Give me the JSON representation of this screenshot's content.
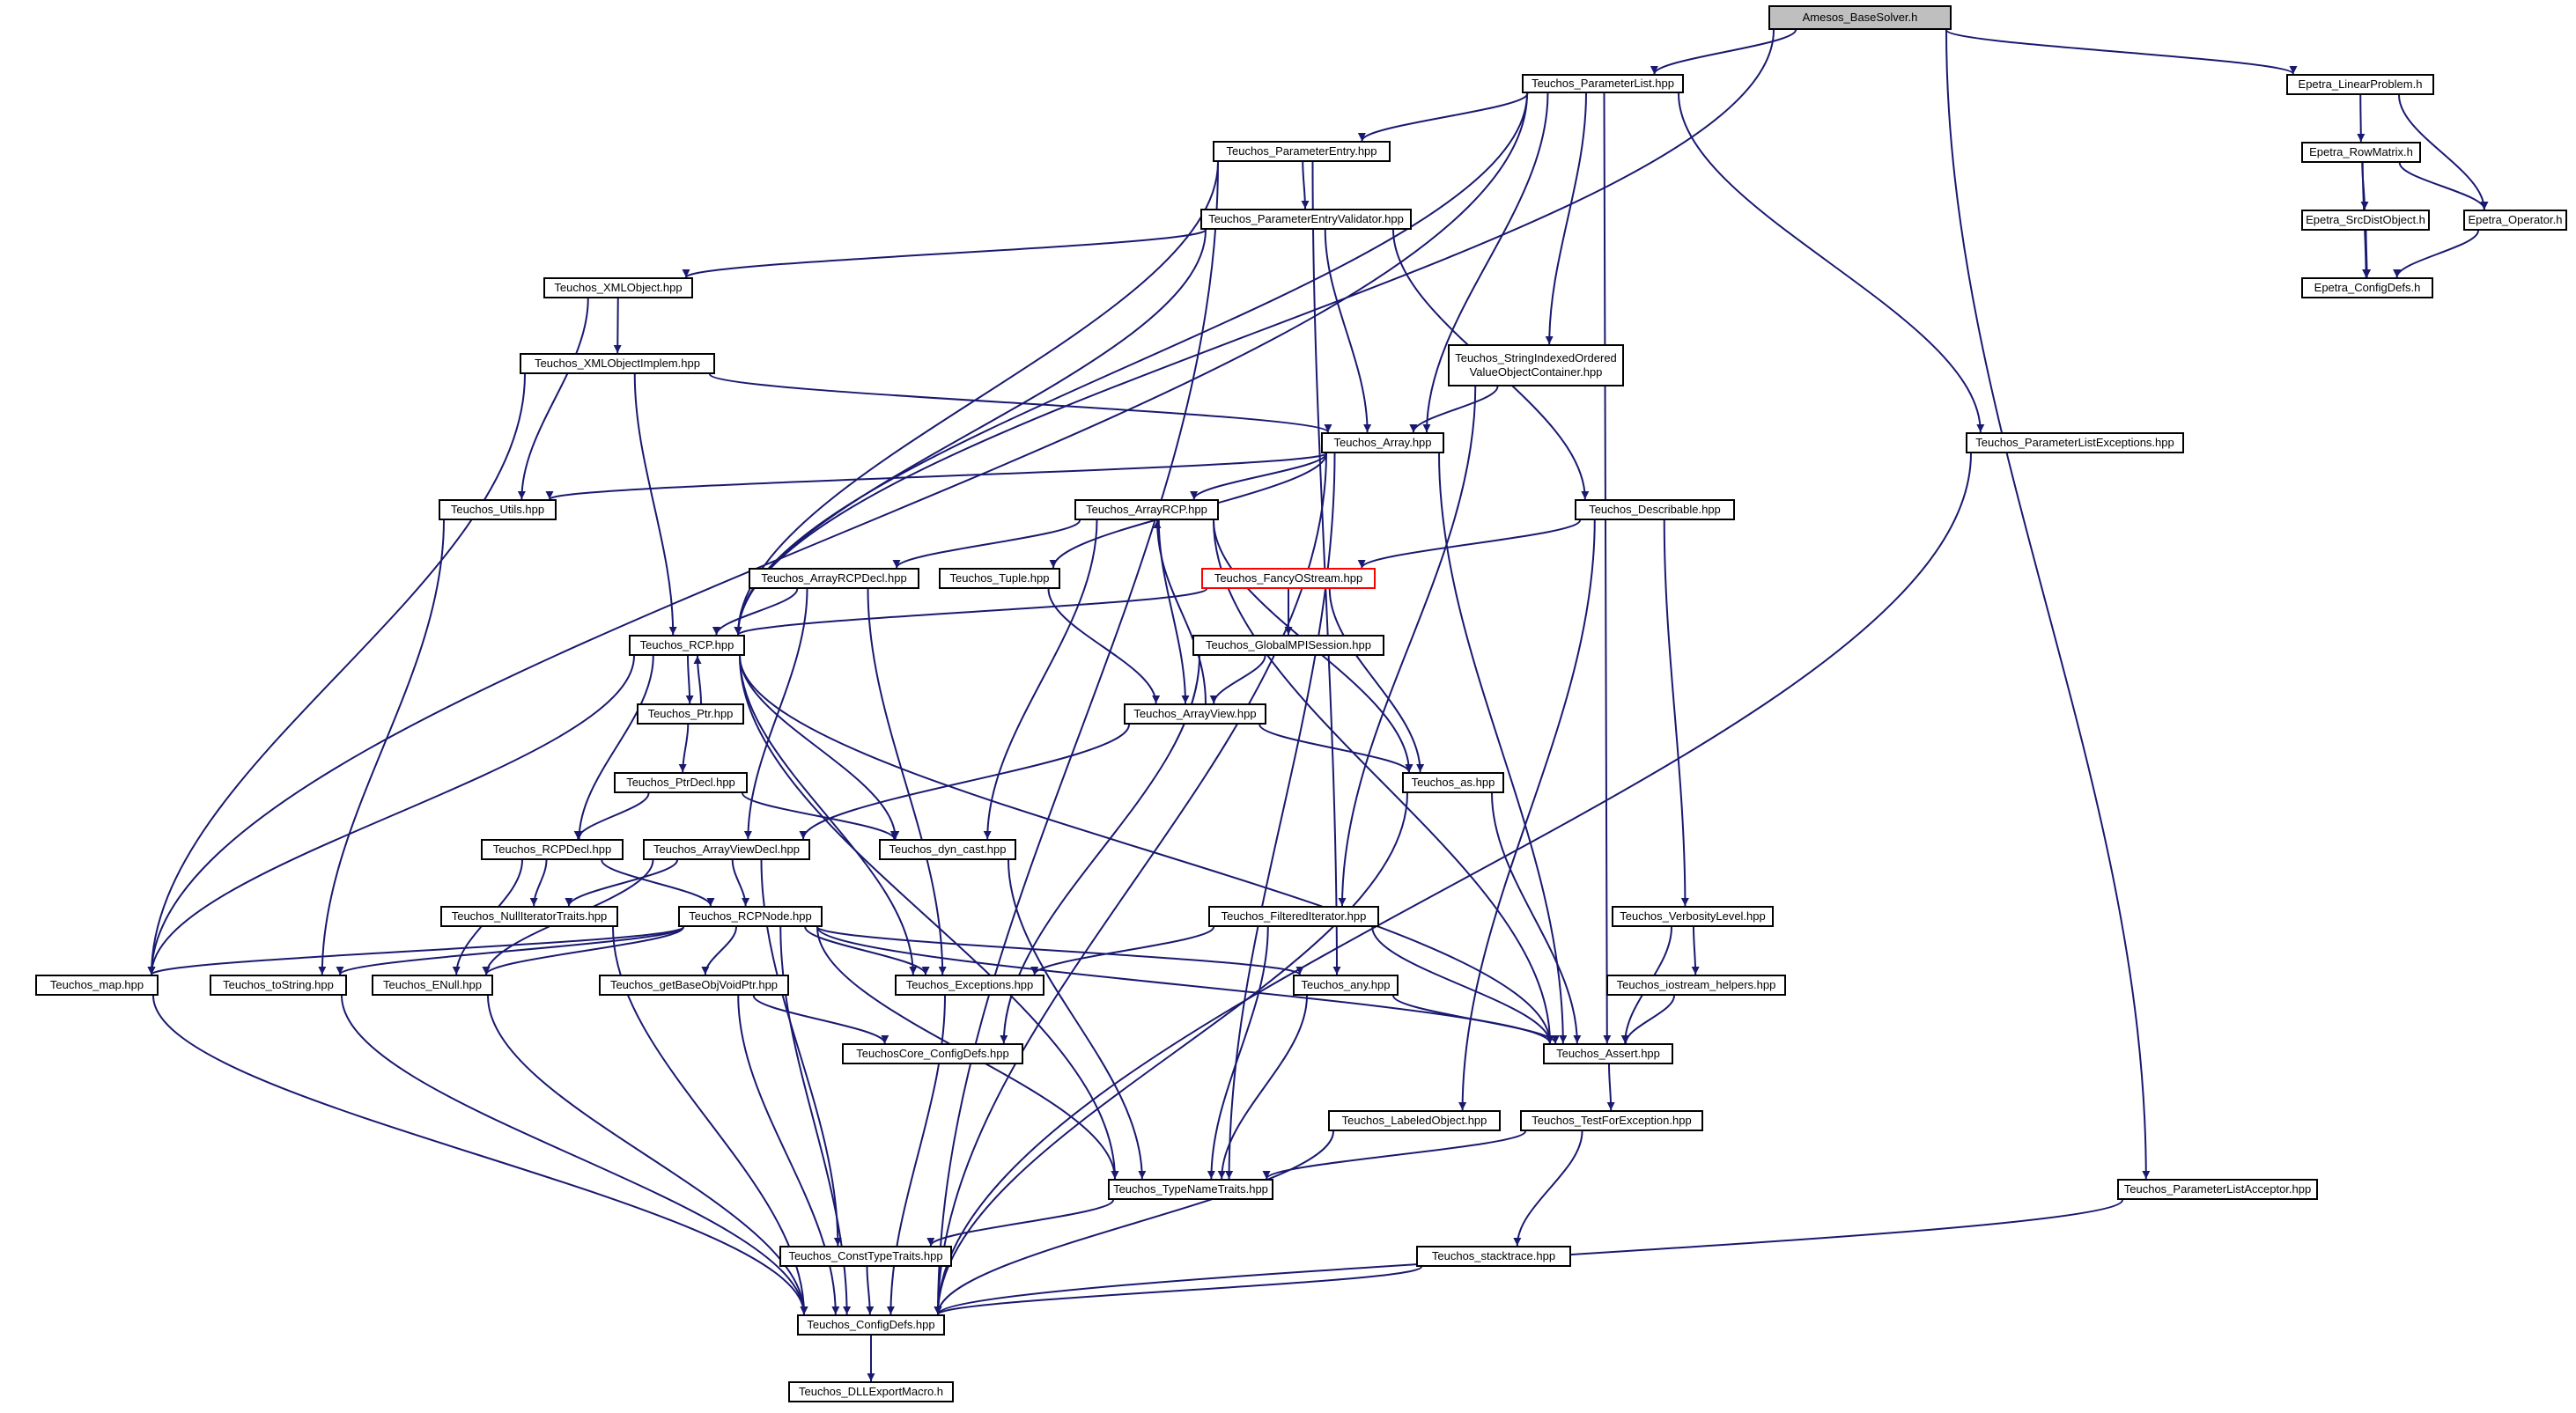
{
  "colors": {
    "edge": "#191970",
    "node_border": "#000000",
    "root_fill": "#bfbfbf",
    "highlight_border": "#ff0000"
  },
  "nodes": [
    {
      "id": "root",
      "label": "Amesos_BaseSolver.h",
      "style": "root"
    },
    {
      "id": "plist",
      "label": "Teuchos_ParameterList.hpp"
    },
    {
      "id": "elinprob",
      "label": "Epetra_LinearProblem.h"
    },
    {
      "id": "pentry",
      "label": "Teuchos_ParameterEntry.hpp"
    },
    {
      "id": "erowmat",
      "label": "Epetra_RowMatrix.h"
    },
    {
      "id": "pentryval",
      "label": "Teuchos_ParameterEntryValidator.hpp"
    },
    {
      "id": "esrcdist",
      "label": "Epetra_SrcDistObject.h"
    },
    {
      "id": "eoperator",
      "label": "Epetra_Operator.h"
    },
    {
      "id": "xmlobj",
      "label": "Teuchos_XMLObject.hpp"
    },
    {
      "id": "econfig",
      "label": "Epetra_ConfigDefs.h"
    },
    {
      "id": "sioc",
      "label": "Teuchos_StringIndexedOrdered\nValueObjectContainer.hpp"
    },
    {
      "id": "xmlimpl",
      "label": "Teuchos_XMLObjectImplem.hpp"
    },
    {
      "id": "array",
      "label": "Teuchos_Array.hpp"
    },
    {
      "id": "plistexc",
      "label": "Teuchos_ParameterListExceptions.hpp"
    },
    {
      "id": "utils",
      "label": "Teuchos_Utils.hpp"
    },
    {
      "id": "arrayrcp",
      "label": "Teuchos_ArrayRCP.hpp"
    },
    {
      "id": "describable",
      "label": "Teuchos_Describable.hpp"
    },
    {
      "id": "arrayrcpdecl",
      "label": "Teuchos_ArrayRCPDecl.hpp"
    },
    {
      "id": "tuple",
      "label": "Teuchos_Tuple.hpp"
    },
    {
      "id": "fancyos",
      "label": "Teuchos_FancyOStream.hpp",
      "style": "red"
    },
    {
      "id": "rcp",
      "label": "Teuchos_RCP.hpp"
    },
    {
      "id": "globalmpi",
      "label": "Teuchos_GlobalMPISession.hpp"
    },
    {
      "id": "ptr",
      "label": "Teuchos_Ptr.hpp"
    },
    {
      "id": "arrayview",
      "label": "Teuchos_ArrayView.hpp"
    },
    {
      "id": "ptrdecl",
      "label": "Teuchos_PtrDecl.hpp"
    },
    {
      "id": "as",
      "label": "Teuchos_as.hpp"
    },
    {
      "id": "rcpdecl",
      "label": "Teuchos_RCPDecl.hpp"
    },
    {
      "id": "arrayviewdecl",
      "label": "Teuchos_ArrayViewDecl.hpp"
    },
    {
      "id": "dyncast",
      "label": "Teuchos_dyn_cast.hpp"
    },
    {
      "id": "nulliter",
      "label": "Teuchos_NullIteratorTraits.hpp"
    },
    {
      "id": "rcpnode",
      "label": "Teuchos_RCPNode.hpp"
    },
    {
      "id": "filtered",
      "label": "Teuchos_FilteredIterator.hpp"
    },
    {
      "id": "verbosity",
      "label": "Teuchos_VerbosityLevel.hpp"
    },
    {
      "id": "map",
      "label": "Teuchos_map.hpp"
    },
    {
      "id": "tostring",
      "label": "Teuchos_toString.hpp"
    },
    {
      "id": "enull",
      "label": "Teuchos_ENull.hpp"
    },
    {
      "id": "getbase",
      "label": "Teuchos_getBaseObjVoidPtr.hpp"
    },
    {
      "id": "exceptions",
      "label": "Teuchos_Exceptions.hpp"
    },
    {
      "id": "any",
      "label": "Teuchos_any.hpp"
    },
    {
      "id": "iostream",
      "label": "Teuchos_iostream_helpers.hpp"
    },
    {
      "id": "coreconfig",
      "label": "TeuchosCore_ConfigDefs.hpp"
    },
    {
      "id": "assert",
      "label": "Teuchos_Assert.hpp"
    },
    {
      "id": "labeled",
      "label": "Teuchos_LabeledObject.hpp"
    },
    {
      "id": "testexc",
      "label": "Teuchos_TestForException.hpp"
    },
    {
      "id": "typename",
      "label": "Teuchos_TypeNameTraits.hpp"
    },
    {
      "id": "plistacc",
      "label": "Teuchos_ParameterListAcceptor.hpp"
    },
    {
      "id": "consttype",
      "label": "Teuchos_ConstTypeTraits.hpp"
    },
    {
      "id": "stacktrace",
      "label": "Teuchos_stacktrace.hpp"
    },
    {
      "id": "configdefs",
      "label": "Teuchos_ConfigDefs.hpp"
    },
    {
      "id": "dllexport",
      "label": "Teuchos_DLLExportMacro.h"
    }
  ],
  "edges": [
    [
      "root",
      "plist"
    ],
    [
      "root",
      "elinprob"
    ],
    [
      "root",
      "rcp"
    ],
    [
      "root",
      "plistacc"
    ],
    [
      "elinprob",
      "erowmat"
    ],
    [
      "elinprob",
      "eoperator"
    ],
    [
      "erowmat",
      "esrcdist"
    ],
    [
      "erowmat",
      "eoperator"
    ],
    [
      "erowmat",
      "econfig"
    ],
    [
      "esrcdist",
      "econfig"
    ],
    [
      "eoperator",
      "econfig"
    ],
    [
      "plist",
      "pentry"
    ],
    [
      "plist",
      "sioc"
    ],
    [
      "plist",
      "array"
    ],
    [
      "plist",
      "plistexc"
    ],
    [
      "plist",
      "rcp"
    ],
    [
      "plist",
      "map"
    ],
    [
      "plist",
      "assert"
    ],
    [
      "pentry",
      "pentryval"
    ],
    [
      "pentry",
      "rcp"
    ],
    [
      "pentry",
      "any"
    ],
    [
      "pentry",
      "configdefs"
    ],
    [
      "pentryval",
      "xmlobj"
    ],
    [
      "pentryval",
      "array"
    ],
    [
      "pentryval",
      "rcp"
    ],
    [
      "pentryval",
      "describable"
    ],
    [
      "xmlobj",
      "xmlimpl"
    ],
    [
      "xmlobj",
      "utils"
    ],
    [
      "xmlimpl",
      "array"
    ],
    [
      "xmlimpl",
      "rcp"
    ],
    [
      "xmlimpl",
      "map"
    ],
    [
      "sioc",
      "array"
    ],
    [
      "sioc",
      "filtered"
    ],
    [
      "plistexc",
      "configdefs"
    ],
    [
      "array",
      "utils"
    ],
    [
      "array",
      "arrayrcp"
    ],
    [
      "array",
      "tuple"
    ],
    [
      "array",
      "assert"
    ],
    [
      "array",
      "typename"
    ],
    [
      "array",
      "configdefs"
    ],
    [
      "utils",
      "tostring"
    ],
    [
      "arrayrcp",
      "arrayrcpdecl"
    ],
    [
      "arrayrcp",
      "arrayview"
    ],
    [
      "arrayrcp",
      "dyncast"
    ],
    [
      "arrayrcp",
      "as"
    ],
    [
      "arrayrcp",
      "assert"
    ],
    [
      "arrayview",
      "arrayrcp"
    ],
    [
      "arrayview",
      "arrayviewdecl"
    ],
    [
      "arrayview",
      "as"
    ],
    [
      "arrayrcpdecl",
      "rcp"
    ],
    [
      "arrayrcpdecl",
      "arrayviewdecl"
    ],
    [
      "arrayrcpdecl",
      "exceptions"
    ],
    [
      "tuple",
      "arrayview"
    ],
    [
      "describable",
      "fancyos"
    ],
    [
      "describable",
      "verbosity"
    ],
    [
      "describable",
      "labeled"
    ],
    [
      "fancyos",
      "rcp"
    ],
    [
      "fancyos",
      "globalmpi"
    ],
    [
      "fancyos",
      "as"
    ],
    [
      "globalmpi",
      "arrayview"
    ],
    [
      "globalmpi",
      "coreconfig"
    ],
    [
      "rcp",
      "ptr"
    ],
    [
      "rcp",
      "rcpdecl"
    ],
    [
      "rcp",
      "dyncast"
    ],
    [
      "rcp",
      "exceptions"
    ],
    [
      "rcp",
      "map"
    ],
    [
      "rcp",
      "typename"
    ],
    [
      "rcp",
      "assert"
    ],
    [
      "ptr",
      "rcp"
    ],
    [
      "ptr",
      "ptrdecl"
    ],
    [
      "ptrdecl",
      "rcpdecl"
    ],
    [
      "ptrdecl",
      "dyncast"
    ],
    [
      "rcpdecl",
      "rcpnode"
    ],
    [
      "rcpdecl",
      "nulliter"
    ],
    [
      "rcpdecl",
      "enull"
    ],
    [
      "arrayviewdecl",
      "rcpnode"
    ],
    [
      "arrayviewdecl",
      "nulliter"
    ],
    [
      "arrayviewdecl",
      "enull"
    ],
    [
      "arrayviewdecl",
      "consttype"
    ],
    [
      "as",
      "assert"
    ],
    [
      "as",
      "configdefs"
    ],
    [
      "dyncast",
      "typename"
    ],
    [
      "nulliter",
      "configdefs"
    ],
    [
      "rcpnode",
      "map"
    ],
    [
      "rcpnode",
      "tostring"
    ],
    [
      "rcpnode",
      "enull"
    ],
    [
      "rcpnode",
      "getbase"
    ],
    [
      "rcpnode",
      "exceptions"
    ],
    [
      "rcpnode",
      "any"
    ],
    [
      "rcpnode",
      "assert"
    ],
    [
      "rcpnode",
      "typename"
    ],
    [
      "rcpnode",
      "configdefs"
    ],
    [
      "filtered",
      "exceptions"
    ],
    [
      "filtered",
      "assert"
    ],
    [
      "filtered",
      "typename"
    ],
    [
      "verbosity",
      "iostream"
    ],
    [
      "verbosity",
      "assert"
    ],
    [
      "iostream",
      "assert"
    ],
    [
      "map",
      "configdefs"
    ],
    [
      "tostring",
      "configdefs"
    ],
    [
      "enull",
      "configdefs"
    ],
    [
      "getbase",
      "coreconfig"
    ],
    [
      "getbase",
      "configdefs"
    ],
    [
      "exceptions",
      "configdefs"
    ],
    [
      "any",
      "assert"
    ],
    [
      "any",
      "typename"
    ],
    [
      "assert",
      "testexc"
    ],
    [
      "testexc",
      "typename"
    ],
    [
      "testexc",
      "stacktrace"
    ],
    [
      "labeled",
      "configdefs"
    ],
    [
      "typename",
      "consttype"
    ],
    [
      "consttype",
      "configdefs"
    ],
    [
      "stacktrace",
      "configdefs"
    ],
    [
      "plistacc",
      "configdefs"
    ],
    [
      "configdefs",
      "dllexport"
    ]
  ]
}
